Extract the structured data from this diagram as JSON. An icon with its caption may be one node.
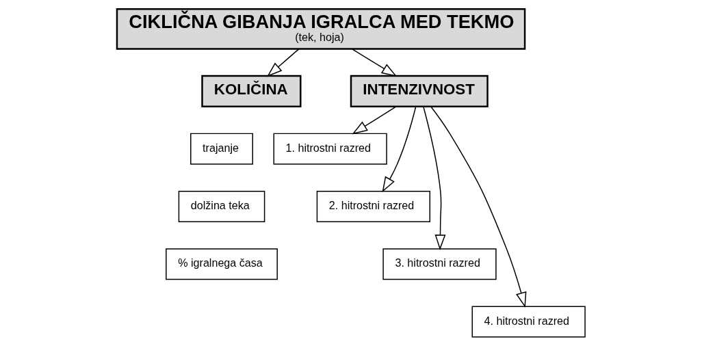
{
  "diagram": {
    "nodes": [
      {
        "text": [
          "CIKLIČNA GIBANJA IGRALCA MED TEKMO",
          "(tek, hoja)"
        ]
      },
      {
        "text": [
          "KOLIČINA"
        ]
      },
      {
        "text": [
          "INTENZIVNOST"
        ]
      },
      {
        "text": [
          "trajanje"
        ]
      },
      {
        "text": [
          "dolžina teka"
        ]
      },
      {
        "text": [
          "% igralnega časa"
        ]
      },
      {
        "text": [
          "1. hitrostni razred"
        ]
      },
      {
        "text": [
          "2. hitrostni razred"
        ]
      },
      {
        "text": [
          "3. hitrostni razred"
        ]
      },
      {
        "text": [
          "4. hitrostni razred"
        ]
      }
    ],
    "edges": [
      {
        "from": 0,
        "to": 1,
        "arrow": "to"
      },
      {
        "from": 0,
        "to": 2,
        "arrow": "to"
      },
      {
        "from": 2,
        "to": 6,
        "arrow": "to"
      },
      {
        "from": 2,
        "to": 7,
        "arrow": "to"
      },
      {
        "from": 2,
        "to": 8,
        "arrow": "to"
      },
      {
        "from": 2,
        "to": 9,
        "arrow": "to"
      }
    ]
  }
}
